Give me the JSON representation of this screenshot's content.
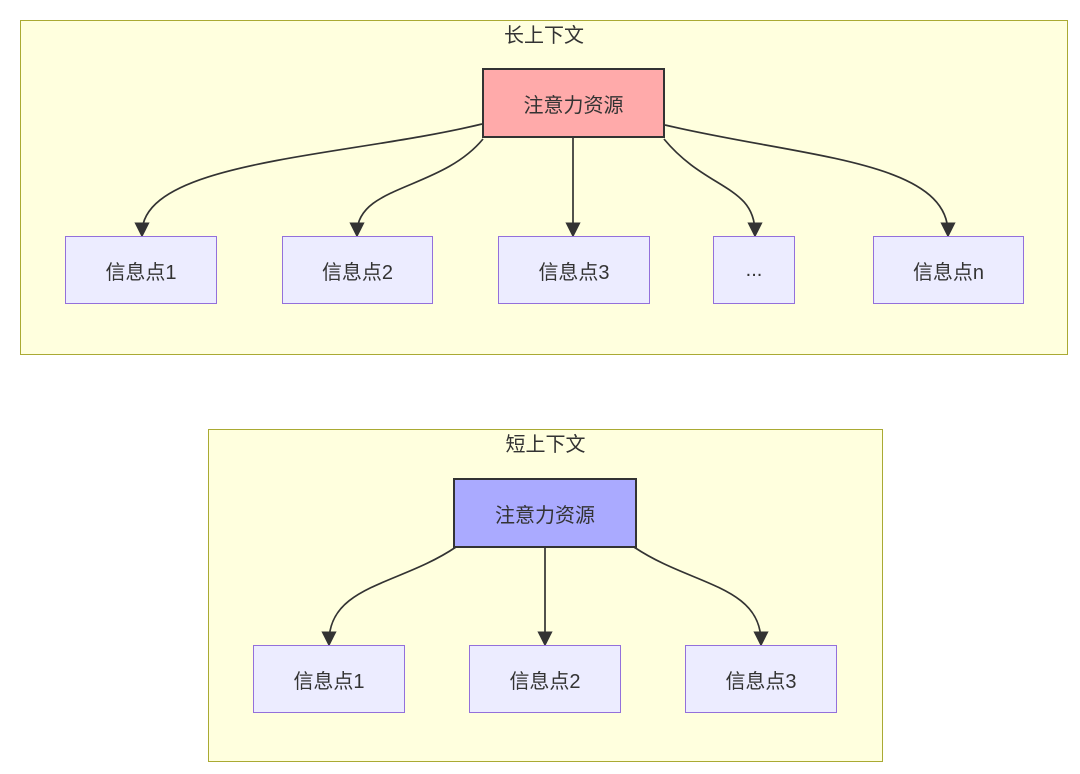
{
  "long_context": {
    "title": "长上下文",
    "attention_label": "注意力资源",
    "info_points": [
      "信息点1",
      "信息点2",
      "信息点3",
      "...",
      "信息点n"
    ]
  },
  "short_context": {
    "title": "短上下文",
    "attention_label": "注意力资源",
    "info_points": [
      "信息点1",
      "信息点2",
      "信息点3"
    ]
  },
  "colors": {
    "cluster_fill": "#ffffde",
    "cluster_border": "#aaaa33",
    "info_node_fill": "#ececff",
    "info_node_border": "#9370db",
    "attention_long_fill": "#ffaaaa",
    "attention_short_fill": "#aaaaff",
    "attention_border": "#333333",
    "edge_stroke": "#333333",
    "text": "#333333",
    "page_background": "#ffffff"
  }
}
